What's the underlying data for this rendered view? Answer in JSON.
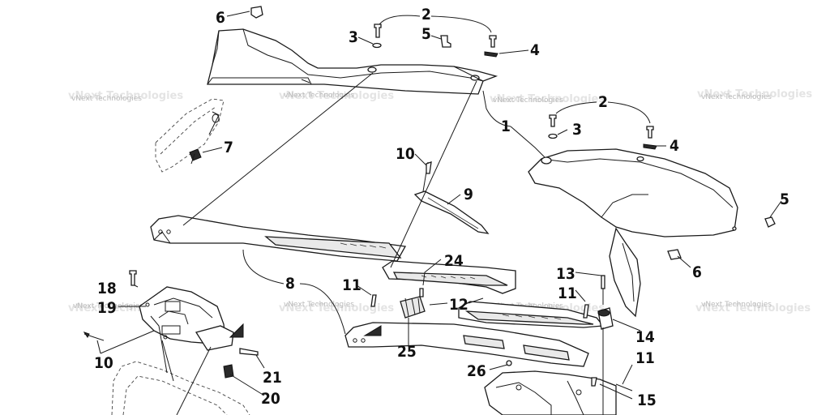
{
  "watermark": {
    "text": "vNext Technologies"
  },
  "callouts": {
    "c6_top": "6",
    "c2_top": "2",
    "c3_top": "3",
    "c5_top": "5",
    "c4_top": "4",
    "c7": "7",
    "c2_right": "2",
    "c1": "1",
    "c3_right": "3",
    "c4_right": "4",
    "c10_mid": "10",
    "c9": "9",
    "c5_right": "5",
    "c6_right": "6",
    "c8": "8",
    "c24": "24",
    "c13": "13",
    "c11_left": "11",
    "c11_mid": "11",
    "c12": "12",
    "c18": "18",
    "c19": "19",
    "c14": "14",
    "c25": "25",
    "c10_left": "10",
    "c11_right": "11",
    "c21": "21",
    "c26": "26",
    "c20": "20",
    "c15": "15"
  },
  "colors": {
    "line": "#1a1a1a",
    "fill": "#ffffff",
    "shade": "#e9e9e9",
    "watermark": "#b9b9b9"
  }
}
